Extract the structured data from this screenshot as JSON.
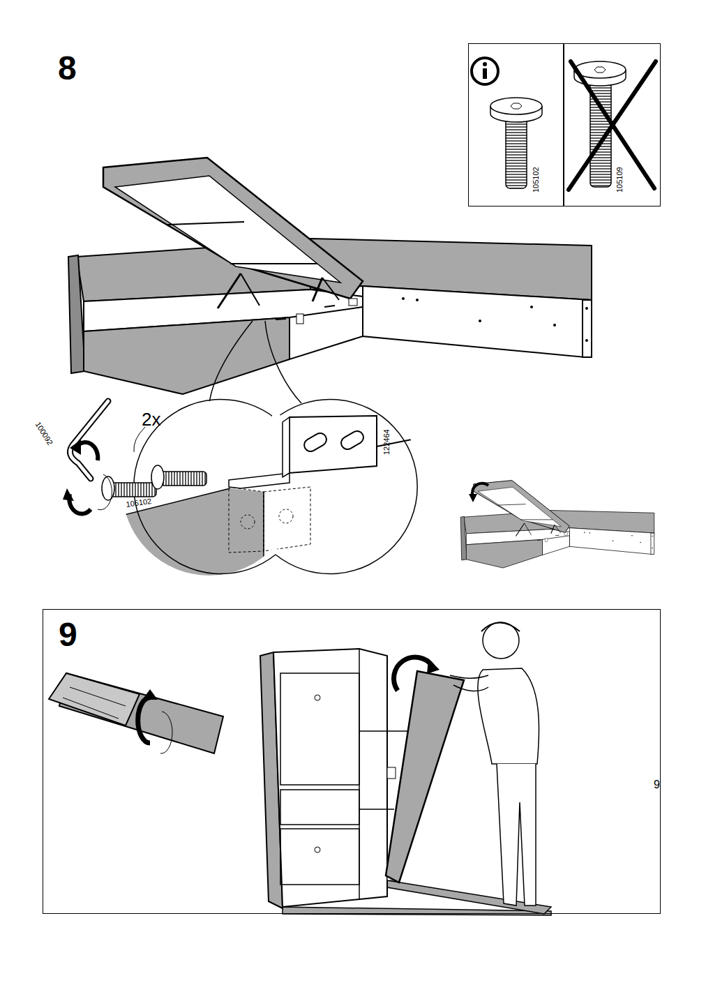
{
  "diagram": {
    "nodes": [
      {
        "text": [
          "105102"
        ]
      },
      {
        "text": [
          "105109"
        ]
      },
      {
        "text": [
          "9"
        ]
      }
    ],
    "labels": [
      "8",
      "2x",
      "100092",
      "122464",
      "105102",
      "9"
    ]
  }
}
